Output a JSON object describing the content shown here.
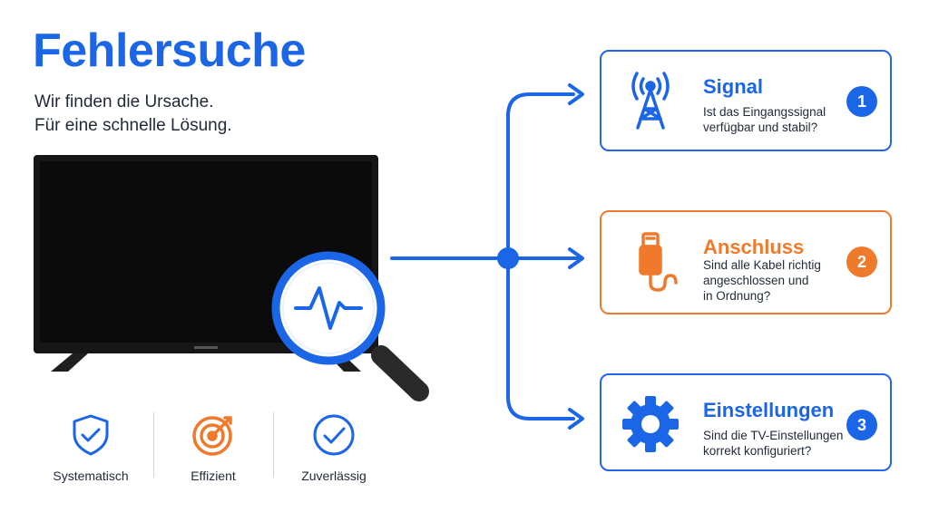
{
  "title": "Fehlersuche",
  "subtitle": [
    "Wir finden die Ursache.",
    "Für eine schnelle Lösung."
  ],
  "colors": {
    "blue": "#1a66e6",
    "orange": "#f07a2c",
    "tv": "#161616"
  },
  "steps": [
    {
      "number": "1",
      "title": "Signal",
      "icon": "antenna-icon",
      "description": [
        "Ist das Eingangssignal",
        "verfügbar und stabil?"
      ]
    },
    {
      "number": "2",
      "title": "Anschluss",
      "icon": "cable-icon",
      "description": [
        "Sind alle Kabel richtig",
        "angeschlossen und",
        "in Ordnung?"
      ]
    },
    {
      "number": "3",
      "title": "Einstellungen",
      "icon": "gear-icon",
      "description": [
        "Sind die TV-Einstellungen",
        "korrekt konfiguriert?"
      ]
    }
  ],
  "features": [
    {
      "label": "Systematisch",
      "icon": "shield-check-icon"
    },
    {
      "label": "Effizient",
      "icon": "target-icon"
    },
    {
      "label": "Zuverlässig",
      "icon": "check-circle-icon"
    }
  ]
}
